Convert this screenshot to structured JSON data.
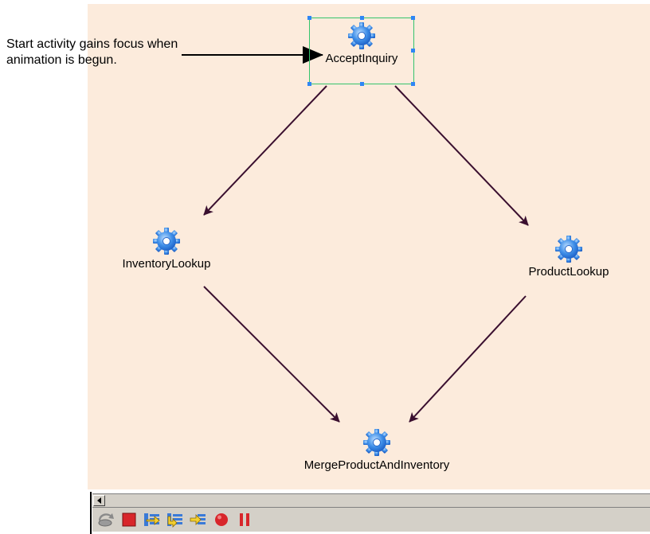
{
  "callout": {
    "line1": "Start activity gains focus when",
    "line2": "animation is begun."
  },
  "nodes": {
    "accept": {
      "label": "AcceptInquiry",
      "icon": "gear-icon"
    },
    "inventory": {
      "label": "InventoryLookup",
      "icon": "gear-icon"
    },
    "product": {
      "label": "ProductLookup",
      "icon": "gear-icon"
    },
    "merge": {
      "label": "MergeProductAndInventory",
      "icon": "gear-icon"
    }
  },
  "toolbar": {
    "buttons": [
      "rewind-icon",
      "stop-icon",
      "step-into-icon",
      "step-over-icon",
      "step-out-icon",
      "record-icon",
      "pause-icon"
    ]
  },
  "colors": {
    "canvas": "#fcebdc",
    "arrow": "#3a0f2f",
    "selection": "#34c46c",
    "handle": "#2f86f5"
  }
}
